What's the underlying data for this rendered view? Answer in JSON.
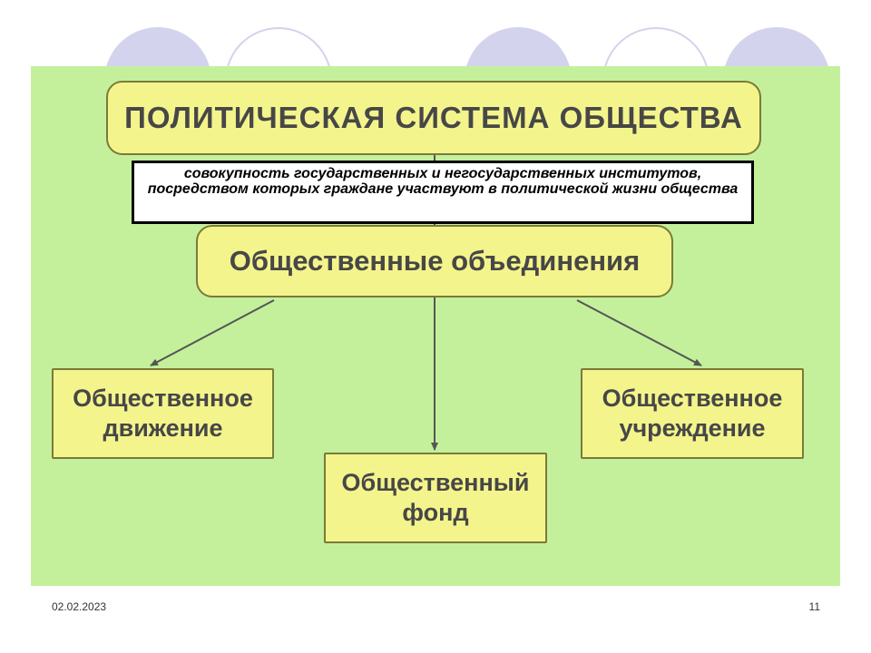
{
  "diagram": {
    "title": "ПОЛИТИЧЕСКАЯ  СИСТЕМА  ОБЩЕСТВА",
    "definition": "совокупность государственных и негосударственных институтов, посредством которых граждане участвуют в политической жизни общества",
    "associations": "Общественные  объединения",
    "branches": [
      {
        "label": "Общественное\nдвижение"
      },
      {
        "label": "Общественный\nфонд"
      },
      {
        "label": "Общественное\nучреждение"
      }
    ]
  },
  "footer": {
    "date": "02.02.2023",
    "page_number": "11"
  },
  "colors": {
    "panel": "#c4f09c",
    "box_fill": "#f4f48c",
    "decor_circle": "#d3d3ee"
  }
}
